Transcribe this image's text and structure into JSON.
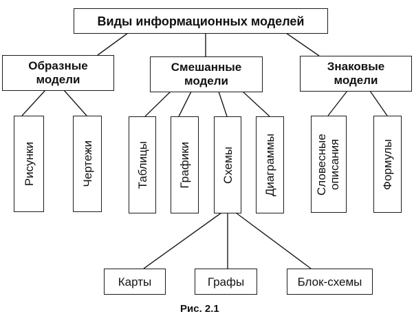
{
  "root": {
    "label": "Виды информационных моделей"
  },
  "categories": [
    {
      "label": "Образные модели",
      "children": [
        "Рисунки",
        "Чертежи"
      ]
    },
    {
      "label": "Смешанные модели",
      "children": [
        "Таблицы",
        "Графики",
        "Схемы",
        "Диаграммы"
      ]
    },
    {
      "label": "Знаковые модели",
      "children": [
        "Словесные описания",
        "Формулы"
      ]
    }
  ],
  "schemes_children": [
    "Карты",
    "Графы",
    "Блок-схемы"
  ],
  "caption": "Рис. 2.1"
}
